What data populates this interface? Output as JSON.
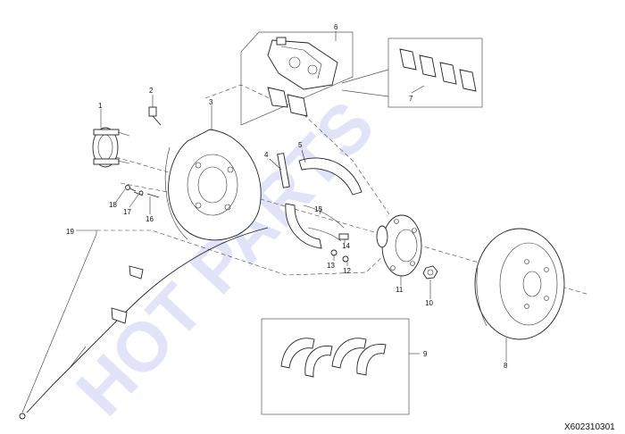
{
  "watermark": "HOT PARTS",
  "drawing_code": "X602310301",
  "callouts": [
    "1",
    "2",
    "3",
    "4",
    "5",
    "6",
    "7",
    "8",
    "9",
    "10",
    "11",
    "12",
    "13",
    "14",
    "15",
    "16",
    "17",
    "18",
    "19"
  ],
  "colors": {
    "line": "#222222",
    "watermark": "#c9cdf2",
    "background": "#ffffff"
  }
}
